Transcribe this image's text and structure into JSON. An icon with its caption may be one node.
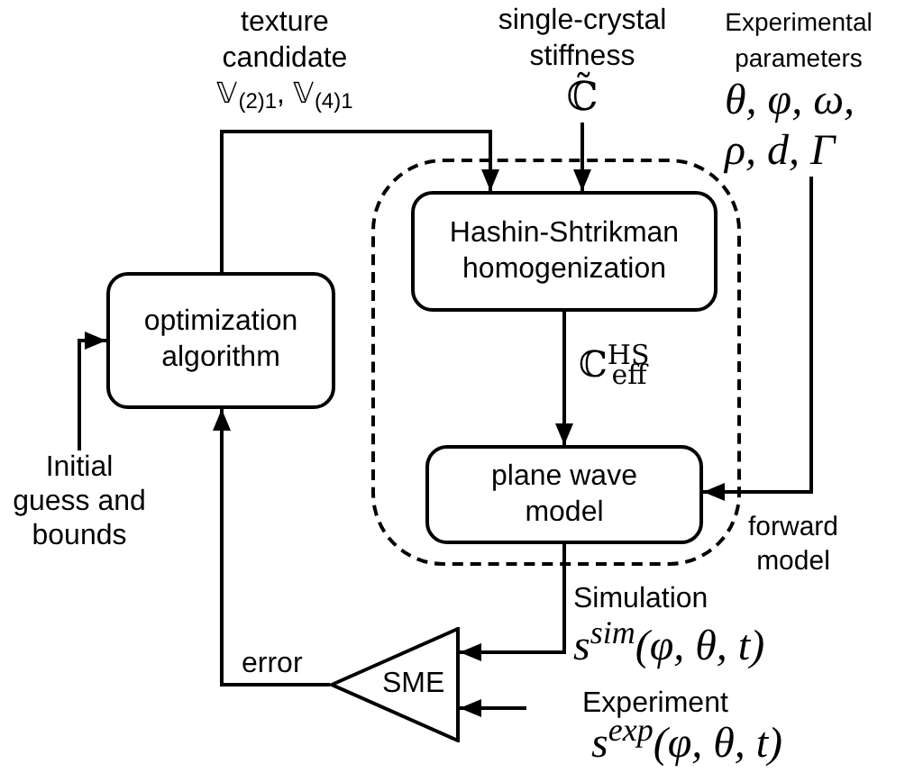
{
  "diagram": {
    "nodes": [
      {
        "text": [
          "single-crystal stiffness",
          "ℂ̃"
        ]
      },
      {
        "text": [
          "Experimental parameters",
          "θ, φ, ω, ρ, d, Γ"
        ]
      },
      {
        "text": [
          "optimization algorithm"
        ]
      },
      {
        "text": [
          "forward model"
        ]
      },
      {
        "text": [
          "Hashin-Shtrikman homogenization"
        ],
        "in": 3
      },
      {
        "text": [
          "plane wave model"
        ],
        "in": 3
      },
      {
        "text": [
          "Initial guess and bounds"
        ]
      },
      {
        "text": [
          "SME"
        ]
      },
      {
        "text": [
          "Experiment",
          "s$^{exp}$(φ, θ, t)"
        ]
      }
    ],
    "edges": [
      {
        "from": 2,
        "to": 4,
        "arrow": "to",
        "label": "texture candidate 𝕍$_{(2)1}$, 𝕍$_{(4)1}$"
      },
      {
        "from": 0,
        "to": 4,
        "arrow": "to"
      },
      {
        "from": 1,
        "to": 5,
        "arrow": "to"
      },
      {
        "from": 4,
        "to": 5,
        "arrow": "to",
        "label": "ℂ$^{HS}$$_{eff}$"
      },
      {
        "from": 5,
        "to": 7,
        "arrow": "to",
        "label": "Simulation s$^{sim}$(φ, θ, t)"
      },
      {
        "from": 7,
        "to": 2,
        "arrow": "to",
        "label": "error"
      },
      {
        "from": 6,
        "to": 2,
        "arrow": "to"
      },
      {
        "from": 8,
        "to": 7,
        "arrow": "to"
      }
    ]
  }
}
